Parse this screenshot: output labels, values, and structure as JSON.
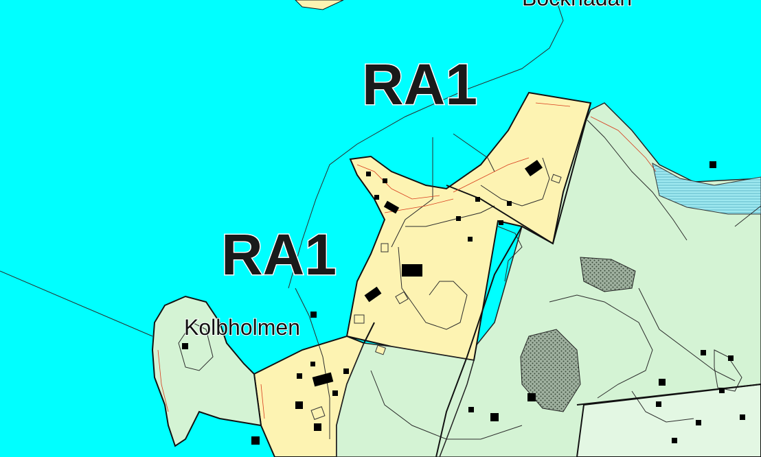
{
  "map": {
    "colors": {
      "water": "#00ffff",
      "settlement_zone": "#fdf3b2",
      "green_land": "#d4f3d4",
      "light_green_land": "#e3f7e3",
      "rock_pattern": "#8a9a8a",
      "building": "#000000",
      "contour_line": "#2b2b2b",
      "property_line": "#d83a1a"
    },
    "labels": {
      "zone_north": "RA1",
      "zone_west": "RA1",
      "place_name": "Kolbholmen",
      "top_cut_label": "Bockhadan"
    }
  }
}
